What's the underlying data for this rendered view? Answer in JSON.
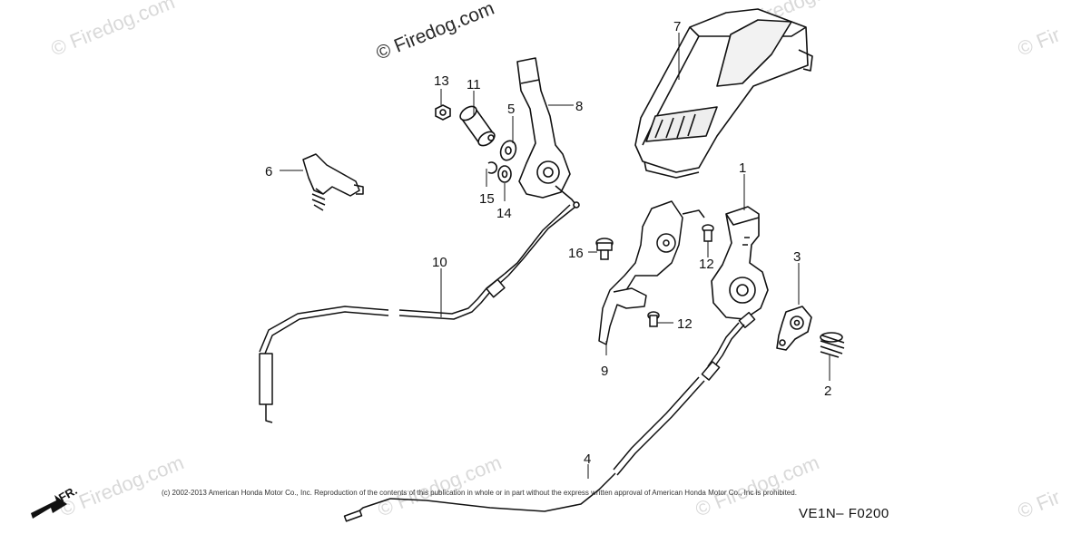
{
  "watermarks": {
    "top_center": "© Firedog.com",
    "faint": "© Firedog.com",
    "right_edge": "© Fir"
  },
  "direction_label": "FR.",
  "copyright": "(c) 2002-2013 American Honda Motor Co., Inc. Reproduction of the contents of this publication in whole or in part without the express written approval of American Honda Motor Co., Inc is prohibited.",
  "diagram_code": "VE1N–  F0200",
  "callouts": {
    "c1": "1",
    "c2": "2",
    "c3": "3",
    "c4": "4",
    "c5": "5",
    "c6": "6",
    "c7": "7",
    "c8": "8",
    "c9": "9",
    "c10": "10",
    "c11": "11",
    "c12a": "12",
    "c12b": "12",
    "c13": "13",
    "c14": "14",
    "c15": "15",
    "c16": "16"
  }
}
